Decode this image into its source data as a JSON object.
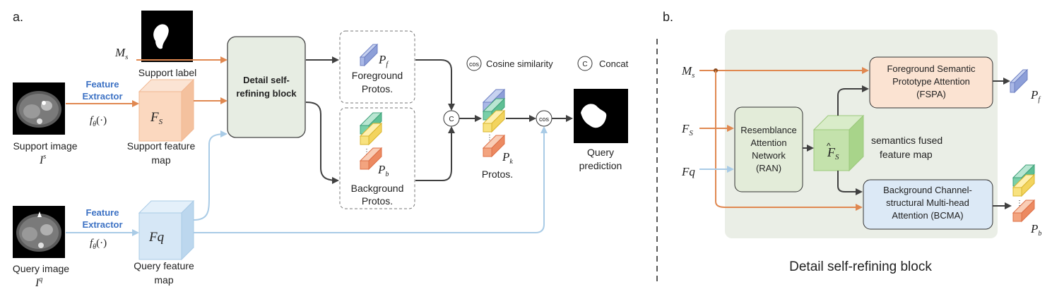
{
  "panel_a": {
    "label": "a.",
    "ms": "M",
    "ms_sub": "s",
    "support_label": "Support label",
    "feature_extractor_1": "Feature",
    "feature_extractor_2": "Extractor",
    "f_theta": "f",
    "f_theta_sub": "θ",
    "f_theta_arg": "(·)",
    "support_image": "Support image",
    "support_image_sym": "I",
    "support_image_sup": "s",
    "fs_cube_label": "F",
    "fs_cube_sub": "S",
    "support_feature_map_1": "Support feature",
    "support_feature_map_2": "map",
    "detail_block_1": "Detail self-",
    "detail_block_2": "refining block",
    "pf": "P",
    "pf_sub": "f",
    "foreground_protos_1": "Foreground",
    "foreground_protos_2": "Protos.",
    "pb": "P",
    "pb_sub": "b",
    "background_protos_1": "Background",
    "background_protos_2": "Protos.",
    "cos_legend": "Cosine similarity",
    "cos_symbol": "cos",
    "concat_symbol": "C",
    "concat_legend": "Concat",
    "pk": "P",
    "pk_sub": "k",
    "protos": "Protos.",
    "query_prediction_1": "Query",
    "query_prediction_2": "prediction",
    "fq_cube_label": "Fq",
    "query_image": "Query image",
    "query_image_sym": "I",
    "query_image_sup": "q",
    "query_feature_map_1": "Query feature",
    "query_feature_map_2": "map"
  },
  "panel_b": {
    "label": "b.",
    "ms": "M",
    "ms_sub": "s",
    "fs": "F",
    "fs_sub": "S",
    "fq": "Fq",
    "ran_1": "Resemblance",
    "ran_2": "Attention",
    "ran_3": "Network",
    "ran_4": "(RAN)",
    "fs_hat": "F",
    "fs_hat_sub": "S",
    "semantics_1": "semantics fused",
    "semantics_2": "feature map",
    "fspa_1": "Foreground Semantic",
    "fspa_2": "Prototype Attention",
    "fspa_3": "(FSPA)",
    "bcma_1": "Background Channel-",
    "bcma_2": "structural Multi-head",
    "bcma_3": "Attention (BCMA)",
    "pf": "P",
    "pf_sub": "f",
    "pb": "P",
    "pb_sub": "b",
    "title": "Detail self-refining block"
  },
  "colors": {
    "orange": "#e08850",
    "light_blue": "#a9cbe6",
    "dark_arrow": "#404040",
    "block_fill": "#e7ede3",
    "panel_b_bg": "#eaeee6",
    "fspa_fill": "#fbe3d2",
    "bcma_fill": "#dce9f6",
    "ran_fill": "#e3ecd9",
    "feature_blue": "#3d72c4"
  }
}
